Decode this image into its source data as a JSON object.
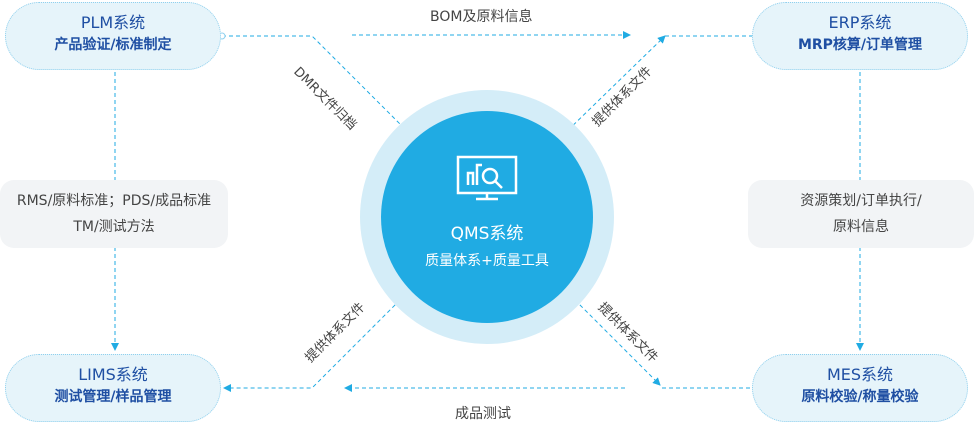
{
  "center": {
    "title": "QMS系统",
    "subtitle": "质量体系+质量工具",
    "icon": "monitor-chart-search-icon"
  },
  "nodes": {
    "plm": {
      "title": "PLM系统",
      "subtitle": "产品验证/标准制定"
    },
    "erp": {
      "title": "ERP系统",
      "subtitle": "MRP核算/订单管理"
    },
    "lims": {
      "title": "LIMS系统",
      "subtitle": "测试管理/样品管理"
    },
    "mes": {
      "title": "MES系统",
      "subtitle": "原料校验/称量校验"
    }
  },
  "side_notes": {
    "left": {
      "line1": "RMS/原料标准；PDS/成品标准",
      "line2": "TM/测试方法"
    },
    "right": {
      "line1": "资源策划/订单执行/",
      "line2": "原料信息"
    }
  },
  "flows": {
    "top": "BOM及原料信息",
    "bottom": "成品测试",
    "plm_to_qms": "DMR文件归档",
    "qms_to_erp": "提供体系文件",
    "qms_to_lims": "提供体系文件",
    "qms_to_mes": "提供体系文件"
  },
  "colors": {
    "accent": "#20abe3",
    "node_text": "#1f4fa3",
    "node_bg": "#e6f4fa",
    "ring": "#d4edf8"
  }
}
